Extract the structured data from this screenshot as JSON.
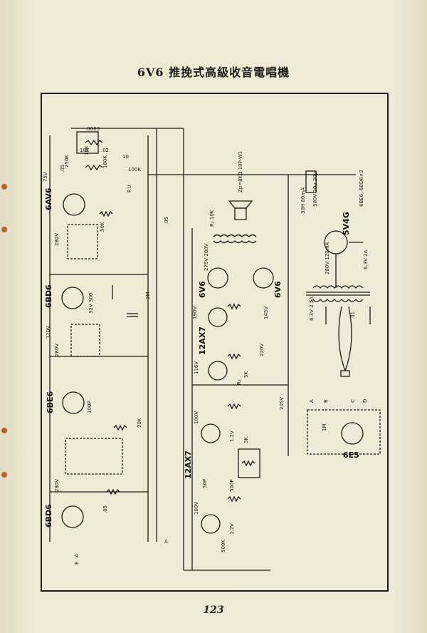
{
  "title": "6V6 推挽式高級收音電唱機",
  "page_number": "123",
  "tubes": {
    "t1": "6AV6",
    "t2": "6BD6",
    "t3": "6BE6",
    "t4": "6BD6",
    "t5": "6V6",
    "t6": "6V6",
    "t7": "12AX7",
    "t8": "12AX7",
    "t9": "5V4G",
    "t10": "6E5"
  },
  "labels": {
    "spk": "Zp=8KΩ 10P-W1",
    "rz": "R₂ 10K",
    "rect_volt": "6BE6, 6BD6×2",
    "choke": "30H 80mA",
    "cap1": "500V 20μ 20μ",
    "pt": "280V 120mA",
    "heater": "6.3V 2A",
    "heater2": "6.3V 2.5A",
    "cap01": ".01",
    "v75": "75V",
    "v280a": "280V",
    "v110": "110V",
    "v280b": "280V",
    "v280c": "280V",
    "v32": "32V 300",
    "v275": "275V 280V",
    "v190": "190V",
    "v145": "145V",
    "v116": "116V",
    "v220": "220V",
    "v205": "205V",
    "v100a": "100V",
    "v100b": "100V",
    "v12a": "1.2V",
    "v12b": "1.2V",
    "ra": "R₁",
    "c05a": ".05",
    "c05b": ".05",
    "r250k": "250K",
    "r100k": "100K",
    "r10k": "10K",
    "r20k": "20K",
    "r50k": "50K",
    "r2m": "2M",
    "r1m": "1M",
    "r3k": "3K",
    "r5k": "5K",
    "r500k": "500K",
    "c500p": "500P",
    "c50p": "50P",
    "c100p": "100P",
    "pu": "P.U",
    "tA": "A",
    "tB": "B",
    "tC": "C",
    "tD": "D",
    "tE": "E",
    "tA2": "A",
    "tA3": "A",
    "c0003": ".0003",
    "c02": ".02",
    "r10k2": "10K",
    "c10": "10",
    "r180k": "180K",
    "c05c": ".05"
  }
}
